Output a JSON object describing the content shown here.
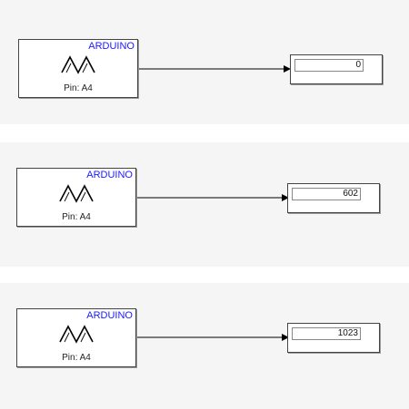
{
  "rows": [
    {
      "source": {
        "brand": "ARDUINO",
        "pin": "Pin: A4",
        "icon": "analog-wave-icon"
      },
      "display": {
        "value": "0"
      }
    },
    {
      "source": {
        "brand": "ARDUINO",
        "pin": "Pin: A4",
        "icon": "analog-wave-icon"
      },
      "display": {
        "value": "602"
      }
    },
    {
      "source": {
        "brand": "ARDUINO",
        "pin": "Pin: A4",
        "icon": "analog-wave-icon"
      },
      "display": {
        "value": "1023"
      }
    }
  ],
  "colors": {
    "brand": "#1a1aff",
    "panel": "#f5f5f5",
    "border": "#444444"
  }
}
